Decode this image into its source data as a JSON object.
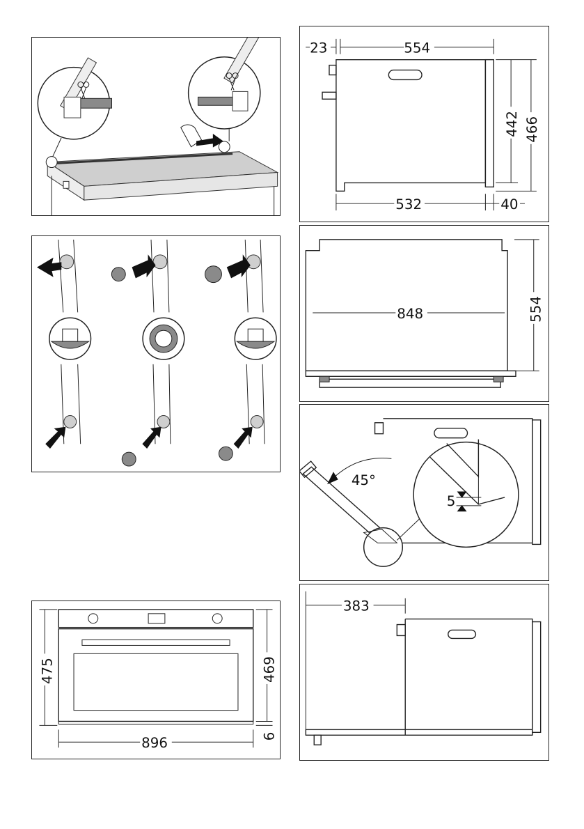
{
  "panels": {
    "top_view_dims": {
      "side_gap": "23",
      "depth_top": "554",
      "height_inner": "442",
      "height_outer": "466",
      "depth_bottom": "532",
      "front_gap": "40"
    },
    "width_dims": {
      "inner_width": "848",
      "depth": "554"
    },
    "door_angle": {
      "angle": "45°",
      "gap": "5"
    },
    "front_view_dims": {
      "height_total": "475",
      "height_body": "469",
      "width": "896",
      "bottom_gap": "6"
    },
    "side_offset": {
      "offset": "383"
    }
  }
}
